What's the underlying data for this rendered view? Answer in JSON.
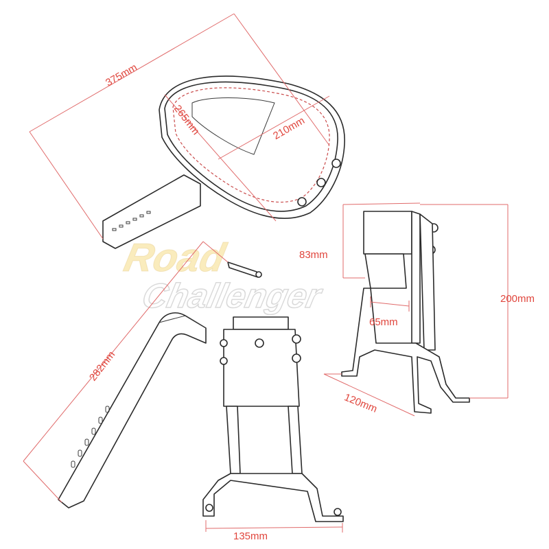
{
  "watermark": {
    "line1": "Road",
    "line2": "Challenger"
  },
  "dimensions": {
    "backrest_width": "375mm",
    "backrest_height": "265mm",
    "pad_depth": "210mm",
    "plate_length": "282mm",
    "bracket_top_width": "83mm",
    "bracket_slot_width": "65mm",
    "bracket_height": "200mm",
    "bracket_depth": "120mm",
    "base_width": "135mm"
  },
  "colors": {
    "dimension": "#e0463d",
    "outline": "#2a2a2a",
    "watermark": "#f6dc86"
  }
}
